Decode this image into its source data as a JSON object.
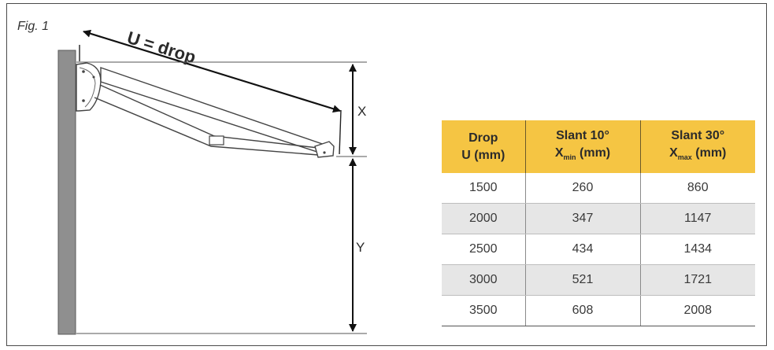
{
  "figure": {
    "label": "Fig. 1",
    "drop_label": "U = drop",
    "x_label": "X",
    "y_label": "Y"
  },
  "colors": {
    "header_fill": "#f5c543",
    "wall": "#8a8a8a",
    "alt_row": "#e6e6e6"
  },
  "table": {
    "headers": [
      {
        "line1": "Drop",
        "line2": "U (mm)"
      },
      {
        "line1": "Slant 10°",
        "line2_main": "X",
        "line2_sub": "min",
        "line2_rest": " (mm)"
      },
      {
        "line1": "Slant 30°",
        "line2_main": "X",
        "line2_sub": "max",
        "line2_rest": " (mm)"
      }
    ],
    "rows": [
      {
        "drop": "1500",
        "xmin": "260",
        "xmax": "860"
      },
      {
        "drop": "2000",
        "xmin": "347",
        "xmax": "1147"
      },
      {
        "drop": "2500",
        "xmin": "434",
        "xmax": "1434"
      },
      {
        "drop": "3000",
        "xmin": "521",
        "xmax": "1721"
      },
      {
        "drop": "3500",
        "xmin": "608",
        "xmax": "2008"
      }
    ]
  }
}
